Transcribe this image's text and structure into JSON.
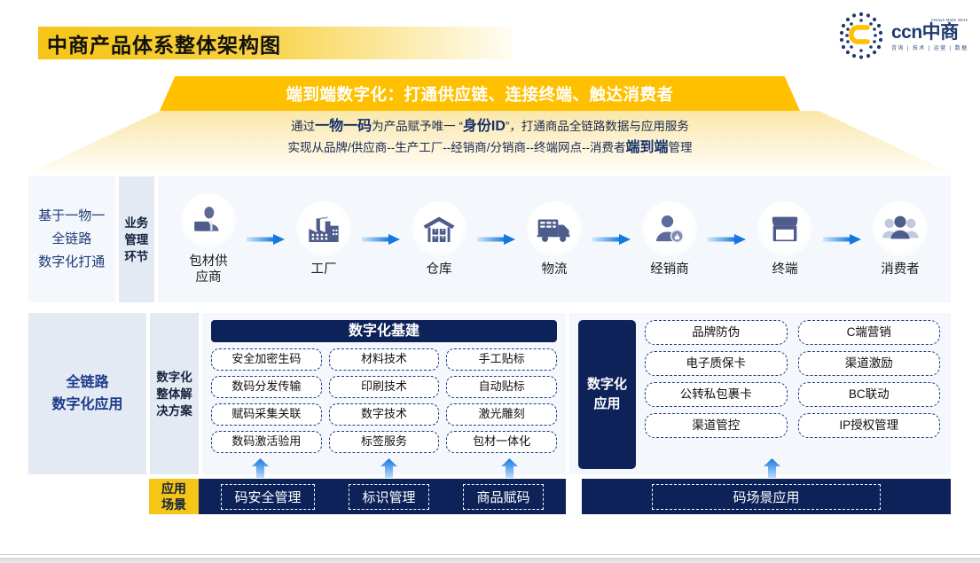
{
  "header": {
    "title": "中商产品体系整体架构图",
    "logo": {
      "tagline": "Always Make More",
      "name": "ccn中商",
      "services": "咨询 | 技术 | 运营 | 数据",
      "mark_icon": "ccn-dot-matrix-c-logo-icon"
    }
  },
  "banner": {
    "text": "端到端数字化：打通供应链、连接终端、触达消费者",
    "color": "#FFC000"
  },
  "description": {
    "line1_pre": "通过",
    "line1_b1": "一物一码",
    "line1_mid": "为产品赋予唯一 “",
    "line1_b2": "身份ID",
    "line1_post": "”，打通商品全链路数据与应用服务",
    "line2_pre": "实现从品牌/供应商--生产工厂--经销商/分销商--终端网点--消费者",
    "line2_b1": "端到端",
    "line2_post": "管理"
  },
  "row1": {
    "side_label": "基于一物一\n全链路\n数字化打通",
    "side_label_l1": "基于一物一",
    "side_label_l2": "全链路",
    "side_label_l3": "数字化打通",
    "section_label_l1": "业务",
    "section_label_l2": "管理",
    "section_label_l3": "环节",
    "nodes": [
      {
        "label": "包材供\n应商",
        "label_l1": "包材供",
        "label_l2": "应商",
        "icon": "supplier-person-icon"
      },
      {
        "label": "工厂",
        "label_l1": "工厂",
        "label_l2": "",
        "icon": "factory-icon"
      },
      {
        "label": "仓库",
        "label_l1": "仓库",
        "label_l2": "",
        "icon": "warehouse-icon"
      },
      {
        "label": "物流",
        "label_l1": "物流",
        "label_l2": "",
        "icon": "truck-icon"
      },
      {
        "label": "经销商",
        "label_l1": "经销商",
        "label_l2": "",
        "icon": "dealer-person-icon"
      },
      {
        "label": "终端",
        "label_l1": "终端",
        "label_l2": "",
        "icon": "storefront-icon"
      },
      {
        "label": "消费者",
        "label_l1": "消费者",
        "label_l2": "",
        "icon": "consumers-group-icon"
      }
    ],
    "arrow_icon": "right-arrow-icon"
  },
  "row2": {
    "side_label_l1": "全链路",
    "side_label_l2": "数字化应用",
    "section_label_l1": "数字化",
    "section_label_l2": "整体解",
    "section_label_l3": "决方案",
    "left_panel": {
      "header": "数字化基建",
      "chips": [
        "安全加密生码",
        "材料技术",
        "手工贴标",
        "数码分发传输",
        "印刷技术",
        "自动贴标",
        "赋码采集关联",
        "数字技术",
        "激光雕刻",
        "数码激活验用",
        "标签服务",
        "包材一体化"
      ]
    },
    "right_panel": {
      "badge_l1": "数字化",
      "badge_l2": "应用",
      "chips": [
        "品牌防伪",
        "C端营销",
        "电子质保卡",
        "渠道激励",
        "公转私包裹卡",
        "BC联动",
        "渠道管控",
        "IP授权管理"
      ]
    }
  },
  "bottom": {
    "label_l1": "应用",
    "label_l2": "场景",
    "left_scenes": [
      "码安全管理",
      "标识管理",
      "商品赋码"
    ],
    "right_scene": "码场景应用",
    "arrow_icon": "up-arrow-icon"
  },
  "colors": {
    "navy": "#0D2259",
    "accent_yellow": "#FFC000",
    "title_gradient_start": "#F5C518",
    "blue_arrow": "#1E6FE8",
    "panel_bg": "#F4F7FB",
    "label_bg": "#E4EAF3"
  }
}
